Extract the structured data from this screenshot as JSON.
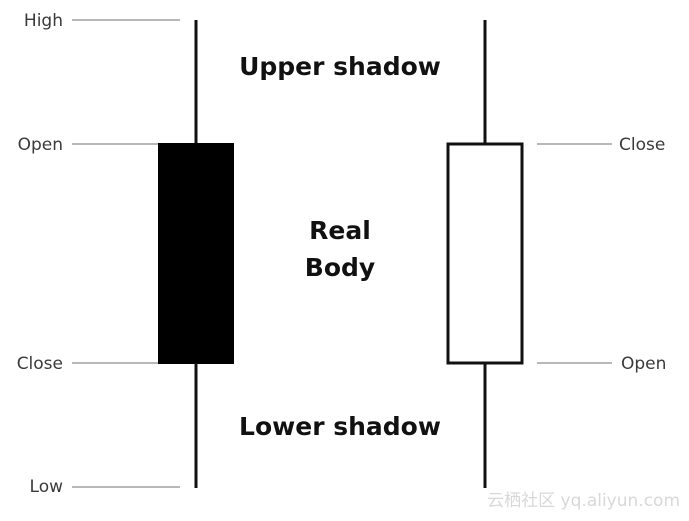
{
  "bearish": {
    "labels": {
      "high": "High",
      "open": "Open",
      "close": "Close",
      "low": "Low"
    },
    "body_color": "#000000"
  },
  "bullish": {
    "labels": {
      "close": "Close",
      "open": "Open"
    },
    "body_color": "#ffffff"
  },
  "annotations": {
    "upper_shadow": "Upper shadow",
    "real_body_line1": "Real",
    "real_body_line2": "Body",
    "lower_shadow": "Lower shadow"
  },
  "watermark": "云栖社区 yq.aliyun.com",
  "colors": {
    "ink": "#111111",
    "leader": "#b8b8b8",
    "label": "#3a3a3a"
  }
}
